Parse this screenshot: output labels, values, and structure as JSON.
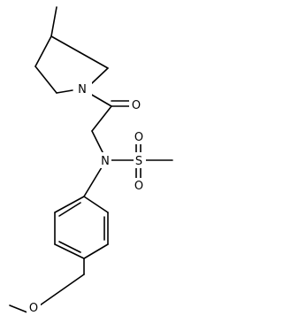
{
  "molecule": {
    "atoms": {
      "n_ring": "N",
      "o_carbonyl": "O",
      "n_sulfonamide": "N",
      "s_sulfonyl": "S",
      "o_sulfonyl_top": "O",
      "o_sulfonyl_bottom": "O",
      "o_methoxy": "O"
    }
  },
  "colors": {
    "bond": "#000000",
    "label": "#000000",
    "background": "#ffffff"
  }
}
